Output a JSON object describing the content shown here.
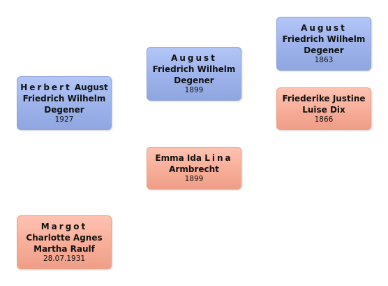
{
  "persons": {
    "herbert": {
      "line1_spaced": "Herbert",
      "line1_rest": " August",
      "line2": "Friedrich Wilhelm",
      "line3": "Degener",
      "date": "1927"
    },
    "august_parent": {
      "line1": "August",
      "line2": "Friedrich Wilhelm",
      "line3": "Degener",
      "date": "1899"
    },
    "emma": {
      "line1_pre": "Emma Ida ",
      "line1_spaced": "Lina",
      "line2": "Armbrecht",
      "date": "1899"
    },
    "august_grandparent": {
      "line1": "August",
      "line2": "Friedrich Wilhelm",
      "line3": "Degener",
      "date": "1863"
    },
    "friederike": {
      "line1": "Friederike Justine",
      "line2": "Luise Dix",
      "date": "1866"
    },
    "margot": {
      "line1": "Margot",
      "line2": "Charlotte Agnes",
      "line3": "Martha Raulf",
      "date": "28.07.1931"
    }
  },
  "colors": {
    "male_card": "#9db2ea",
    "female_card": "#f7ad98"
  }
}
